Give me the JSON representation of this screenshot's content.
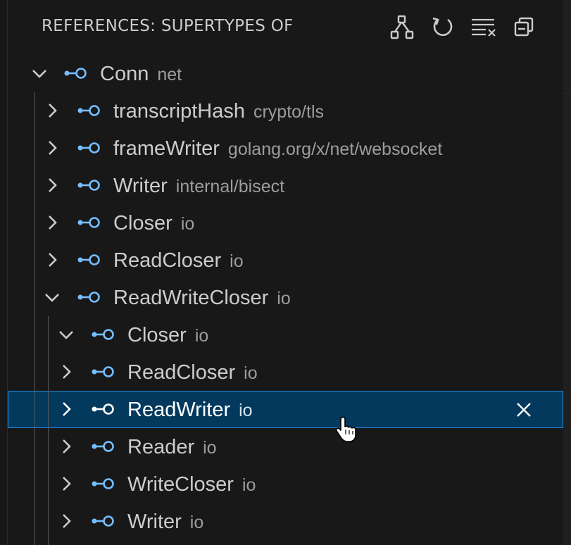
{
  "panel": {
    "title": "REFERENCES: SUPERTYPES OF",
    "actions": [
      {
        "icon": "type-hierarchy-icon",
        "tooltip": "Show Type Hierarchy"
      },
      {
        "icon": "refresh-icon",
        "tooltip": "Refresh"
      },
      {
        "icon": "clear-all-icon",
        "tooltip": "Clear"
      },
      {
        "icon": "collapse-all-icon",
        "tooltip": "Collapse All"
      }
    ]
  },
  "tree": {
    "root": {
      "name": "Conn",
      "detail": "net",
      "expanded": true
    },
    "level1": [
      {
        "name": "transcriptHash",
        "detail": "crypto/tls",
        "expanded": false
      },
      {
        "name": "frameWriter",
        "detail": "golang.org/x/net/websocket",
        "expanded": false
      },
      {
        "name": "Writer",
        "detail": "internal/bisect",
        "expanded": false
      },
      {
        "name": "Closer",
        "detail": "io",
        "expanded": false
      },
      {
        "name": "ReadCloser",
        "detail": "io",
        "expanded": false
      },
      {
        "name": "ReadWriteCloser",
        "detail": "io",
        "expanded": true
      }
    ],
    "level2": [
      {
        "name": "Closer",
        "detail": "io",
        "expanded": true
      },
      {
        "name": "ReadCloser",
        "detail": "io",
        "expanded": false
      },
      {
        "name": "ReadWriter",
        "detail": "io",
        "expanded": false,
        "selected": true
      },
      {
        "name": "Reader",
        "detail": "io",
        "expanded": false
      },
      {
        "name": "WriteCloser",
        "detail": "io",
        "expanded": false
      },
      {
        "name": "Writer",
        "detail": "io",
        "expanded": false
      }
    ]
  },
  "colors": {
    "background": "#181818",
    "selection": "#04395e",
    "selection_border": "#2489db",
    "symbol_interface": "#75beff",
    "text": "#cccccc",
    "description": "#9d9d9d"
  }
}
